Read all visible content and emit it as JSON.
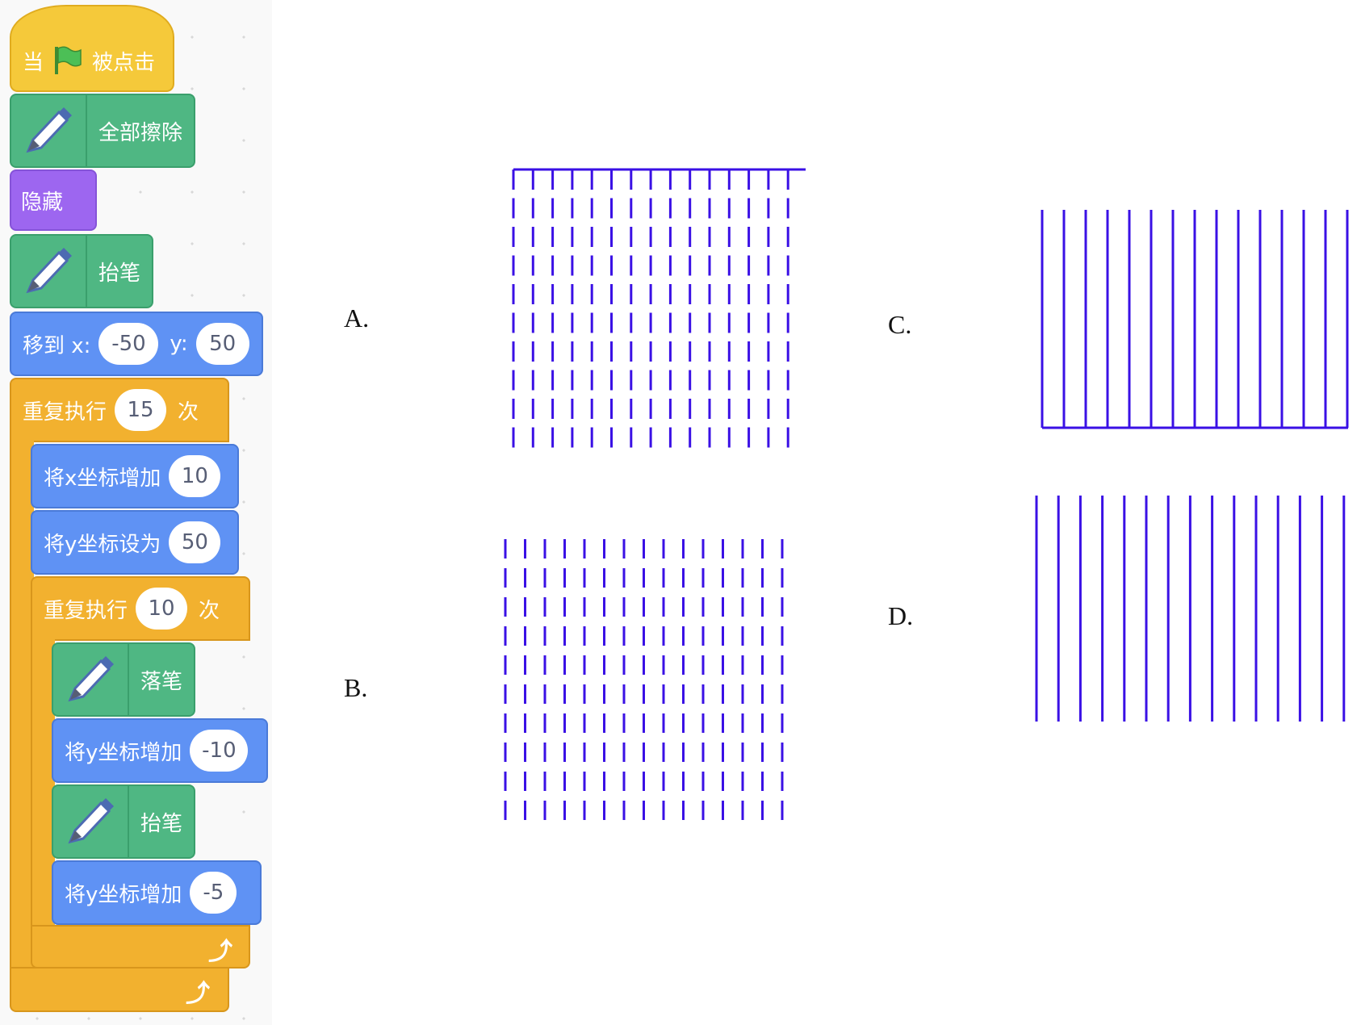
{
  "script": {
    "when_flag_prefix": "当",
    "when_flag_suffix": "被点击",
    "clear_label": "全部擦除",
    "hide_label": "隐藏",
    "pen_up_label": "抬笔",
    "goto_label": "移到 x:",
    "goto_x": "-50",
    "goto_y_label": "y:",
    "goto_y": "50",
    "repeat_outer_label": "重复执行",
    "repeat_outer_count": "15",
    "repeat_outer_suffix": "次",
    "change_x_label": "将x坐标增加",
    "change_x_value": "10",
    "set_y_label": "将y坐标设为",
    "set_y_value": "50",
    "repeat_inner_label": "重复执行",
    "repeat_inner_count": "10",
    "repeat_inner_suffix": "次",
    "pen_down_label": "落笔",
    "change_y1_label": "将y坐标增加",
    "change_y1_value": "-10",
    "pen_up2_label": "抬笔",
    "change_y2_label": "将y坐标增加",
    "change_y2_value": "-5"
  },
  "colors": {
    "events": "#f5c93a",
    "pen": "#4fb783",
    "looks": "#9d66f0",
    "motion": "#5f92f4",
    "control": "#f2b12f",
    "option_lines": "#3a10e5"
  },
  "options": [
    {
      "label": "A.",
      "figure": "dashed-columns-with-top-line",
      "columns": 15,
      "dashes": 10
    },
    {
      "label": "B.",
      "figure": "dashed-columns",
      "columns": 15,
      "dashes": 10
    },
    {
      "label": "C.",
      "figure": "solid-columns-with-bottom-line",
      "columns": 15
    },
    {
      "label": "D.",
      "figure": "solid-columns",
      "columns": 15
    }
  ]
}
